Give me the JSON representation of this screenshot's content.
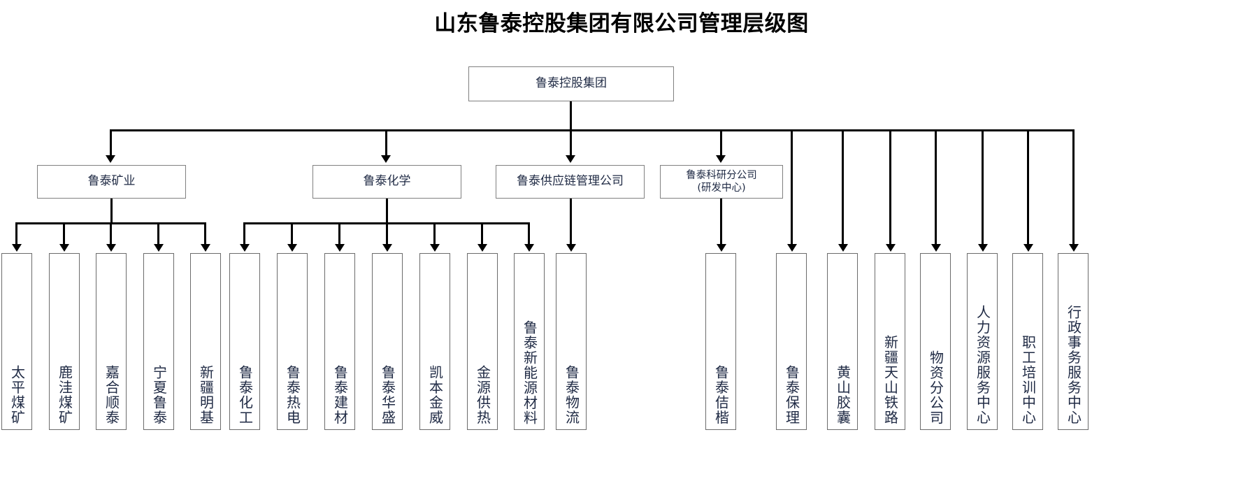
{
  "title": "山东鲁泰控股集团有限公司管理层级图",
  "colors": {
    "box_border": "#808080",
    "leaf_border": "#6b6b6b",
    "text": "#1f2a44",
    "connector": "#000000",
    "background": "#ffffff"
  },
  "root": {
    "label": "鲁泰控股集团"
  },
  "level2": [
    {
      "label": "鲁泰矿业"
    },
    {
      "label": "鲁泰化学"
    },
    {
      "label": "鲁泰供应链管理公司"
    },
    {
      "label": "鲁泰科研分公司",
      "label2": "(研发中心)"
    }
  ],
  "mining_children": [
    {
      "label": "太平煤矿"
    },
    {
      "label": "鹿洼煤矿"
    },
    {
      "label": "嘉合顺泰"
    },
    {
      "label": "宁夏鲁泰"
    },
    {
      "label": "新疆明基"
    }
  ],
  "chemical_children": [
    {
      "label": "鲁泰化工"
    },
    {
      "label": "鲁泰热电"
    },
    {
      "label": "鲁泰建材"
    },
    {
      "label": "鲁泰华盛"
    },
    {
      "label": "凯本金威"
    },
    {
      "label": "金源供热"
    },
    {
      "label": "鲁泰新能源材料"
    }
  ],
  "supplychain_children": [
    {
      "label": "鲁泰物流"
    }
  ],
  "research_children": [
    {
      "label": "鲁泰佶楷"
    }
  ],
  "group_direct_children": [
    {
      "label": "鲁泰保理"
    },
    {
      "label": "黄山胶囊"
    },
    {
      "label": "新疆天山铁路"
    },
    {
      "label": "物资分公司"
    },
    {
      "label": "人力资源服务中心"
    },
    {
      "label": "职工培训中心"
    },
    {
      "label": "行政事务服务中心"
    }
  ]
}
